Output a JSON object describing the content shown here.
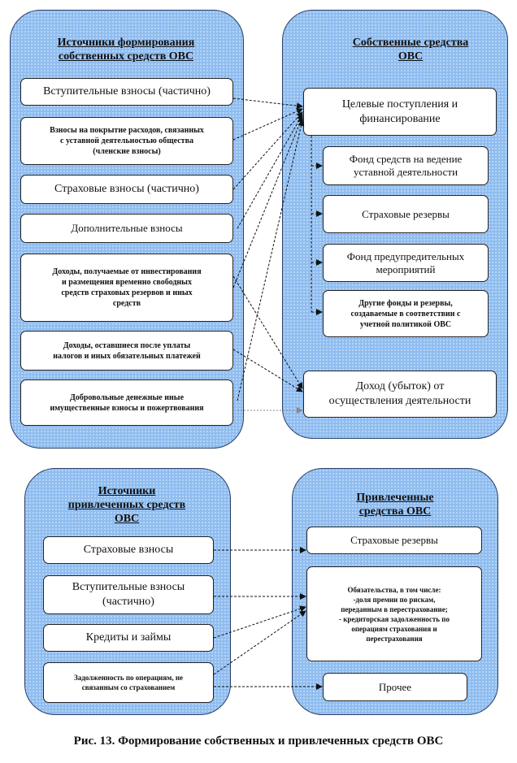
{
  "top_left": {
    "title": "Источники формирования\nсобственных средств ОВС",
    "items": [
      "Вступительные взносы (частично)",
      "Взносы на покрытие расходов, связанных\nс уставной деятельностью общества\n(членские взносы)",
      "Страховые взносы (частично)",
      "Дополнительные взносы",
      "Доходы, получаемые от инвестирования\nи размещения временно свободных\nсредств страховых резервов и иных\nсредств",
      "Доходы, оставшиеся после уплаты\nналогов и иных обязательных платежей",
      "Добровольные денежные иные\nимущественные взносы и пожертвования"
    ]
  },
  "top_right": {
    "title": "Собственные средства\nОВС",
    "main": "Целевые поступления и\nфинансирование",
    "subs": [
      "Фонд средств на ведение\nуставной деятельности",
      "Страховые резервы",
      "Фонд предупредительных\nмероприятий",
      "Другие фонды и резервы,\nсоздаваемые в соответствии с\nучетной политикой ОВС"
    ],
    "income": "Доход (убыток) от\nосуществления деятельности"
  },
  "bottom_left": {
    "title": "Источники\nпривлеченных средств\nОВС",
    "items": [
      "Страховые взносы",
      "Вступительные взносы\n(частично)",
      "Кредиты и займы",
      "Задолженность по операциям, не\nсвязанным со страхованием"
    ]
  },
  "bottom_right": {
    "title": "Привлеченные\nсредства ОВС",
    "items": [
      "Страховые резервы",
      "Обязательства, в том числе:\n-доля премии по рискам,\nпереданным в перестрахование;\n- кредиторская задолженность по\nоперациям страхования и\nперестрахования",
      "Прочее"
    ]
  },
  "caption": "Рис. 13. Формирование собственных и привлеченных средств ОВС"
}
